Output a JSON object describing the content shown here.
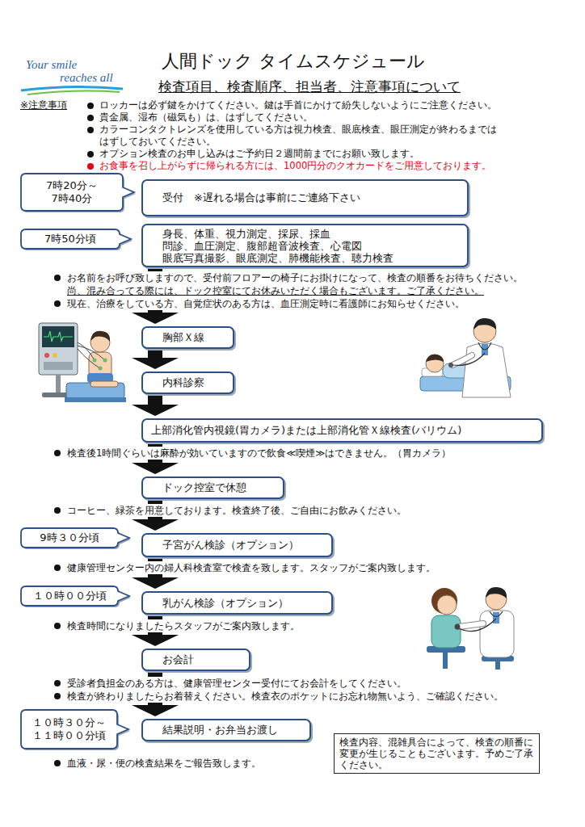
{
  "diagram": {
    "title": "人間ドック タイムスケジュール",
    "nodes": [
      {
        "text": [
          "7時20分～ 7時40分"
        ]
      },
      {
        "text": [
          "受付　※遅れる場合は事前にご連絡下さい"
        ]
      },
      {
        "text": [
          "7時50分頃"
        ]
      },
      {
        "text": [
          "身長、体重、視力測定、採尿、採血 問診、血圧測定、腹部超音波検査、心電図 眼底写真撮影、眼底測定、肺機能検査、聴力検査"
        ]
      },
      {
        "text": [
          "胸部Ｘ線"
        ]
      },
      {
        "text": [
          "内科診察"
        ]
      },
      {
        "text": [
          "上部消化管内視鏡(胃カメラ)または上部消化管Ｘ線検査(バリウム)"
        ]
      },
      {
        "text": [
          "ドック控室で休憩"
        ]
      },
      {
        "text": [
          "9時３０分頃"
        ]
      },
      {
        "text": [
          "子宮がん検診（オプション）"
        ]
      },
      {
        "text": [
          "１０時００分頃"
        ]
      },
      {
        "text": [
          "乳がん検診（オプション）"
        ]
      },
      {
        "text": [
          "お会計"
        ]
      },
      {
        "text": [
          "１０時３０分～ １１時００分頃"
        ]
      },
      {
        "text": [
          "結果説明・お弁当お渡し"
        ]
      },
      {
        "text": [
          "検査内容、混雑具合によって、検査の順番に 変更が生じることもございます。予めご了承 ください。"
        ]
      }
    ],
    "edges": [
      {
        "from": 3,
        "to": 4,
        "arrow": "to"
      },
      {
        "from": 4,
        "to": 5,
        "arrow": "to"
      },
      {
        "from": 5,
        "to": 6,
        "arrow": "to"
      },
      {
        "from": 6,
        "to": 7,
        "arrow": "to"
      },
      {
        "from": 7,
        "to": 9,
        "arrow": "to"
      },
      {
        "from": 9,
        "to": 11,
        "arrow": "to"
      },
      {
        "from": 11,
        "to": 12,
        "arrow": "to"
      },
      {
        "from": 12,
        "to": 14,
        "arrow": "to"
      }
    ],
    "labels": [
      "Your smile",
      "reaches all",
      "検査項目、検査順序、担当者、注意事項について",
      "※注意事項",
      "ロッカーは必ず鍵をかけてください。鍵は手首にかけて紛失しないようにご注意ください。",
      "貴金属、湿布（磁気も）は、はずしてください。",
      "カラーコンタクトレンズを使用している方は視力検査、眼底検査、眼圧測定が終わるまでは はずしておいてください。",
      "オプション検査のお申し込みはご予約日２週間前までにお願い致します。",
      "お食事を召し上がらずに帰られる方には、1000円分のクオカードをご用意しております。",
      "お名前をお呼び致しますので、受付前フロアーの椅子にお掛けになって、検査の順番をお待ちください。",
      "尚、混み合ってる際には、ドック控室にてお休みいただく場合もございます。ご了承ください。",
      "現在、治療をしている方、自覚症状のある方は、血圧測定時に看護師にお知らせください。",
      "検査後1時間ぐらいは麻酔が効いていますので飲食≪喫煙≫はできません。（胃カメラ）",
      "コーヒー、緑茶を用意しております。検査終了後、ご自由にお飲みください。",
      "健康管理センター内の婦人科検査室で検査を致します。スタッフがご案内致します。",
      "検査時間になりましたらスタッフがご案内致します。",
      "受診者負担金のある方は、健康管理センター受付にてお会計をしてください。",
      "検査が終わりましたらお着替えください。検査衣のポケットにお忘れ物無いよう、ご確認ください。",
      "血液・尿・便の検査結果をご報告致します。"
    ]
  }
}
